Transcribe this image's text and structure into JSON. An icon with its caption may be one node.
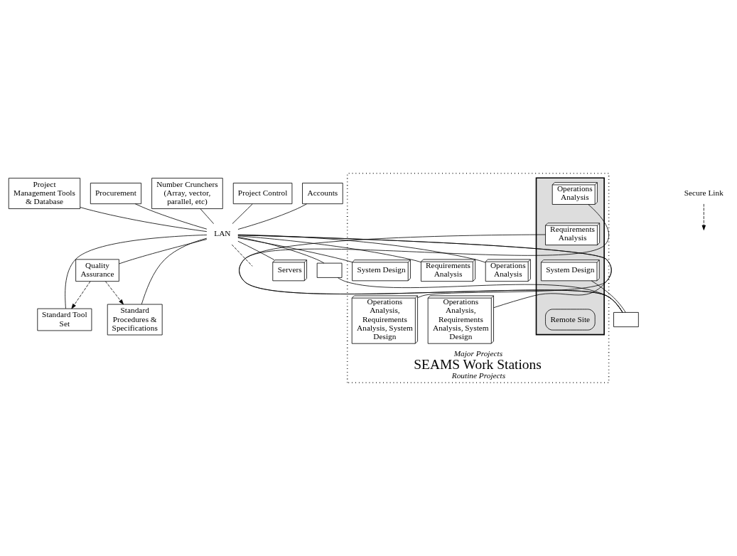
{
  "diagram": {
    "nodes": [
      {
        "text": [
          "Project Control"
        ]
      },
      {
        "text": [
          "Accounts"
        ]
      },
      {
        "text": [
          "Project Management Tools & Database"
        ]
      },
      {
        "text": [
          "Procurement"
        ]
      },
      {
        "text": [
          "Number Crunchers (Array, vector, parallel, etc)"
        ]
      },
      {
        "text": [
          "LAN"
        ]
      },
      {
        "text": [
          "Quality Assurance"
        ]
      },
      {
        "text": [
          "Standard Tool Set"
        ]
      },
      {
        "text": [
          "Standard Procedures & Specifications"
        ]
      },
      {
        "text": [
          "Servers"
        ]
      },
      {
        "text": [
          "Secure Link"
        ]
      },
      {
        "text": [],
        "shape": "box"
      },
      {
        "text": [],
        "shape": "box"
      },
      {
        "text": [
          "Major Projects",
          "SEAMS Work Stations",
          "Routine Projects"
        ]
      },
      {
        "text": [
          "Operations Analysis"
        ],
        "in": 13
      },
      {
        "text": [
          "Requirements Analysis"
        ],
        "in": 13
      },
      {
        "text": [
          "System Design"
        ],
        "in": 13
      },
      {
        "text": [
          "Operations Analysis, Requirements Analysis, System Design"
        ],
        "in": 13
      },
      {
        "text": [
          "Operations Analysis, Requirements Analysis, System Design"
        ],
        "in": 13
      },
      {
        "text": [],
        "shape": "box",
        "in": 13
      },
      {
        "text": [
          "Operations Analysis"
        ],
        "in": 19
      },
      {
        "text": [
          "Requirements Analysis"
        ],
        "in": 19
      },
      {
        "text": [
          "System Design"
        ],
        "in": 19
      },
      {
        "text": [
          "Remote Site"
        ],
        "in": 19
      }
    ],
    "edges": [
      {
        "from": 0,
        "to": 5,
        "arrow": "none"
      },
      {
        "from": 1,
        "to": 5,
        "arrow": "none"
      },
      {
        "from": 2,
        "to": 5,
        "arrow": "none"
      },
      {
        "from": 3,
        "to": 5,
        "arrow": "none"
      },
      {
        "from": 4,
        "to": 5,
        "arrow": "none"
      },
      {
        "from": 5,
        "to": null,
        "arrow": "none",
        "style": "dashed"
      },
      {
        "from": 6,
        "to": 5,
        "arrow": "none"
      },
      {
        "from": 7,
        "to": 5,
        "arrow": "none"
      },
      {
        "from": 8,
        "to": 5,
        "arrow": "none"
      },
      {
        "from": 9,
        "to": 5,
        "arrow": "none"
      },
      {
        "from": 6,
        "to": 7,
        "arrow": "to",
        "style": "dashed"
      },
      {
        "from": 6,
        "to": 8,
        "arrow": "to",
        "style": "dashed"
      },
      {
        "from": 11,
        "to": 5,
        "arrow": "none"
      },
      {
        "from": 11,
        "to": 12,
        "arrow": "none"
      },
      {
        "from": 10,
        "to": null,
        "arrow": "to",
        "style": "dashed"
      },
      {
        "from": 14,
        "to": 5,
        "arrow": "none"
      },
      {
        "from": 15,
        "to": 5,
        "arrow": "none"
      },
      {
        "from": 16,
        "to": 5,
        "arrow": "none"
      },
      {
        "from": 17,
        "to": 5,
        "arrow": "none"
      },
      {
        "from": 18,
        "to": 5,
        "arrow": "none"
      },
      {
        "from": 12,
        "to": 20,
        "arrow": "none"
      },
      {
        "from": 12,
        "to": 21,
        "arrow": "none"
      },
      {
        "from": 12,
        "to": 22,
        "arrow": "none"
      }
    ]
  }
}
